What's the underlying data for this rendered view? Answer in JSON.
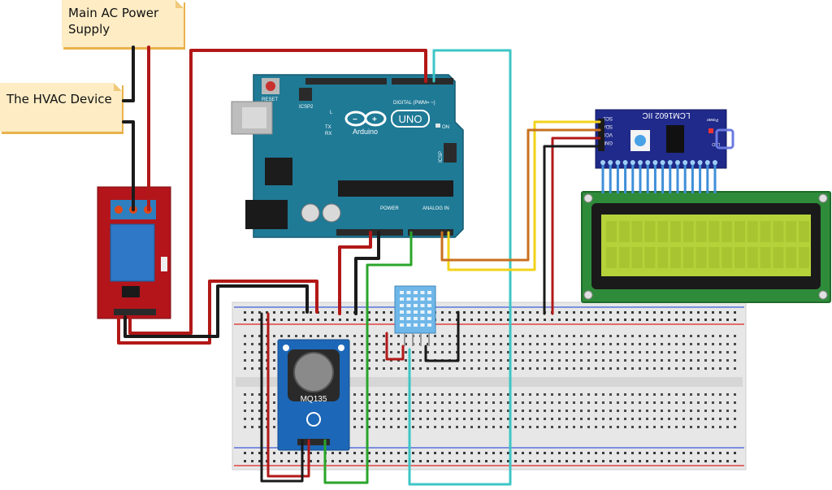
{
  "notes": {
    "power": "Main AC Power\nSupply",
    "hvac": "The HVAC Device"
  },
  "arduino": {
    "brand": "Arduino",
    "model": "UNO",
    "reset_label": "RESET",
    "icsp2_label": "ICSP2",
    "icsp_label": "ICSP",
    "digital_label": "DIGITAL (PWM= ~)",
    "analog_label": "ANALOG IN",
    "power_label": "POWER",
    "on_label": "ON",
    "led_l": "L",
    "led_tx": "TX",
    "led_rx": "RX"
  },
  "i2c_module": {
    "title": "LCM1602 IIC",
    "pins": [
      "SCL",
      "SDA",
      "VCC",
      "GND"
    ],
    "power_label": "Power",
    "led_label": "LED"
  },
  "gas_sensor": {
    "label": "MQ135"
  },
  "colors": {
    "arduino_board": "#1f7a96",
    "relay_board": "#b3151b",
    "breadboard": "#e6e6e6",
    "lcd_pcb": "#2e8b3a",
    "lcd_screen": "#b6d23a",
    "i2c_board": "#1f2a8a",
    "mq135_board": "#1d67b8",
    "dht_body": "#6fb7e8",
    "wire_red": "#b21818",
    "wire_black": "#1a1a1a",
    "wire_green": "#2aa52a",
    "wire_cyan": "#3cc6c6",
    "wire_yellow": "#f2d21a",
    "wire_orange": "#c8701e"
  }
}
